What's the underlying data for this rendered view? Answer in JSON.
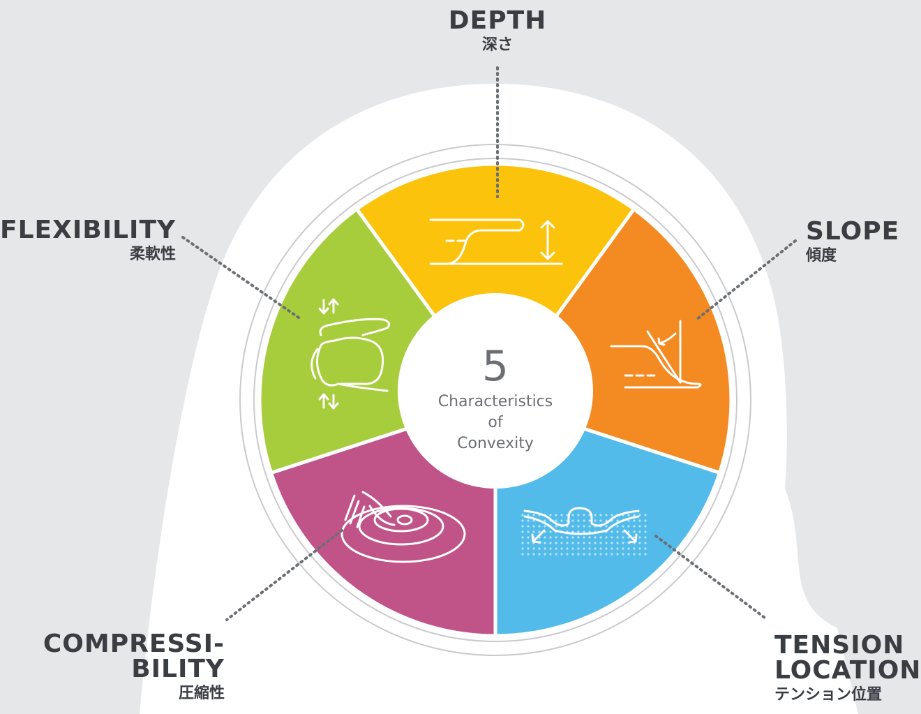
{
  "center": {
    "number": "5",
    "lines": [
      "Characteristics",
      "of",
      "Convexity"
    ]
  },
  "characteristics": [
    {
      "key": "depth",
      "en_lines": [
        "DEPTH"
      ],
      "jp": "深さ",
      "color": "#fcc30d",
      "icon": "depth-icon"
    },
    {
      "key": "slope",
      "en_lines": [
        "SLOPE"
      ],
      "jp": "傾度",
      "color": "#f48a22",
      "icon": "slope-icon"
    },
    {
      "key": "tension",
      "en_lines": [
        "TENSION",
        "LOCATION"
      ],
      "jp": "テンション位置",
      "color": "#52bbea",
      "icon": "tension-location-icon"
    },
    {
      "key": "compressibility",
      "en_lines": [
        "COMPRESSI-",
        "BILITY"
      ],
      "jp": "圧縮性",
      "color": "#c05488",
      "icon": "compressibility-icon"
    },
    {
      "key": "flexibility",
      "en_lines": [
        "FLEXIBILITY"
      ],
      "jp": "柔軟性",
      "color": "#a8cd3c",
      "icon": "flexibility-icon"
    }
  ],
  "colors": {
    "background": "#e6e7e9",
    "body_shape": "#ffffff",
    "ring_stroke": "#c9cacc",
    "center_circle": "#ffffff",
    "connector": "#6b6e73",
    "label_text": "#3a3d42"
  }
}
